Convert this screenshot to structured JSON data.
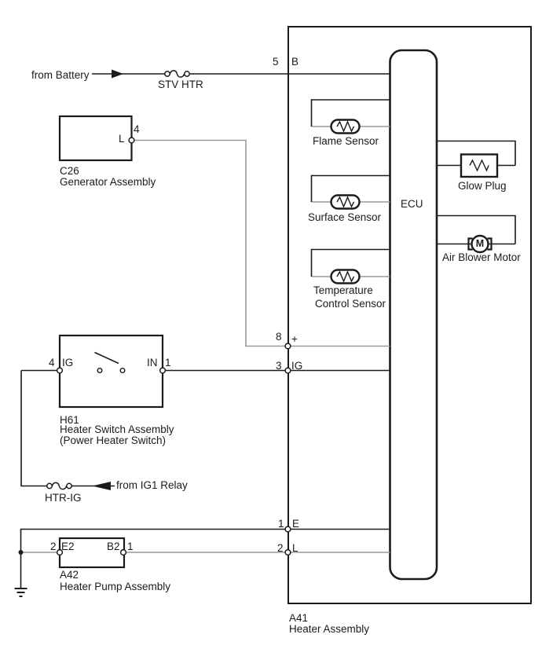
{
  "feeds": {
    "battery": {
      "label": "from Battery",
      "fuse": "STV HTR"
    },
    "ig1": {
      "label": "from IG1 Relay",
      "fuse": "HTR-IG"
    }
  },
  "generator": {
    "code": "C26",
    "name": "Generator Assembly",
    "pin_name": "L",
    "pin_no": "4"
  },
  "heater_switch": {
    "code": "H61",
    "name": "Heater Switch Assembly",
    "subname": "(Power Heater Switch)",
    "pin_left_no": "4",
    "pin_left_name": "IG",
    "pin_right_name": "IN",
    "pin_right_no": "1"
  },
  "heater_pump": {
    "code": "A42",
    "name": "Heater Pump Assembly",
    "pin_left_no": "2",
    "pin_left_name": "E2",
    "pin_right_name": "B2",
    "pin_right_no": "1"
  },
  "heater_assembly": {
    "code": "A41",
    "name": "Heater Assembly",
    "ecu": "ECU",
    "pin5": "5",
    "pin5_name": "B",
    "pin8": "8",
    "pin8_name": "+",
    "pin3": "3",
    "pin3_name": "IG",
    "pin1": "1",
    "pin1_name": "E",
    "pin2": "2",
    "pin2_name": "L",
    "flame_sensor": "Flame Sensor",
    "surface_sensor": "Surface Sensor",
    "temp_sensor_line1": "Temperature",
    "temp_sensor_line2": "Control Sensor",
    "glow_plug": "Glow Plug",
    "air_blower": "Air Blower Motor",
    "motor_letter": "M"
  },
  "colors": {
    "wire": "#1b1b1b",
    "wire_alt": "#999999"
  }
}
